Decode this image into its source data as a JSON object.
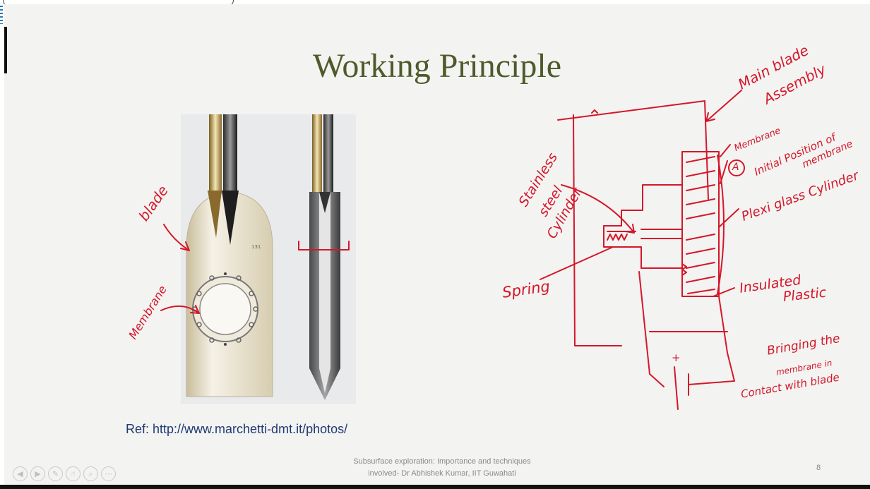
{
  "slide": {
    "title": "Working Principle",
    "reference": "Ref: http://www.marchetti-dmt.it/photos/",
    "footer_line1": "Subsurface exploration: Importance and techniques",
    "footer_line2": "involved- Dr Abhishek Kumar, IIT Guwahati",
    "page_number": "8"
  },
  "annotations": {
    "photo": {
      "blade": "blade",
      "membrane": "Membrane"
    },
    "diagram": {
      "main_blade": "Main blade",
      "assembly": "Assembly",
      "membrane": "Membrane",
      "marker": "A",
      "initial_position_1": "Initial Position of",
      "initial_position_2": "membrane",
      "plexi_glass": "Plexi glass Cylinder",
      "stainless_1": "Stainless",
      "stainless_2": "steel",
      "stainless_3": "Cylinder",
      "spring": "Spring",
      "insulated_1": "Insulated",
      "insulated_2": "Plastic",
      "bringing_1": "Bringing the",
      "bringing_2": "membrane in",
      "bringing_3": "Contact with blade",
      "battery_plus": "+"
    }
  },
  "player_controls": [
    {
      "name": "previous-slide",
      "glyph": "◀"
    },
    {
      "name": "next-slide",
      "glyph": "▶"
    },
    {
      "name": "pen-tool",
      "glyph": "✎"
    },
    {
      "name": "pointer-tool",
      "glyph": "☝"
    },
    {
      "name": "zoom",
      "glyph": "⌕"
    },
    {
      "name": "more-options",
      "glyph": "⋯"
    }
  ],
  "colors": {
    "title": "#4e5a2a",
    "ink": "#d4172a",
    "reference": "#1f3b73"
  }
}
